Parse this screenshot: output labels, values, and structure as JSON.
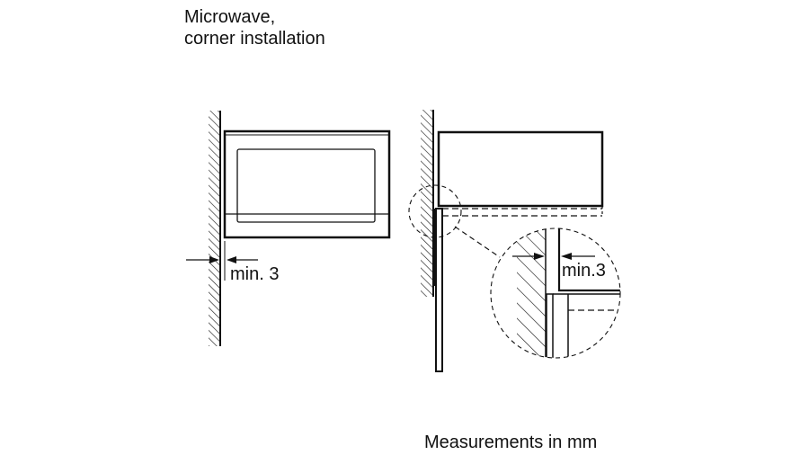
{
  "title": {
    "line1": "Microwave,",
    "line2": "corner installation"
  },
  "left_view": {
    "dimension_label": "min. 3"
  },
  "right_view": {
    "detail_dimension_label": "min.3"
  },
  "footer": {
    "units_note": "Measurements in mm"
  }
}
